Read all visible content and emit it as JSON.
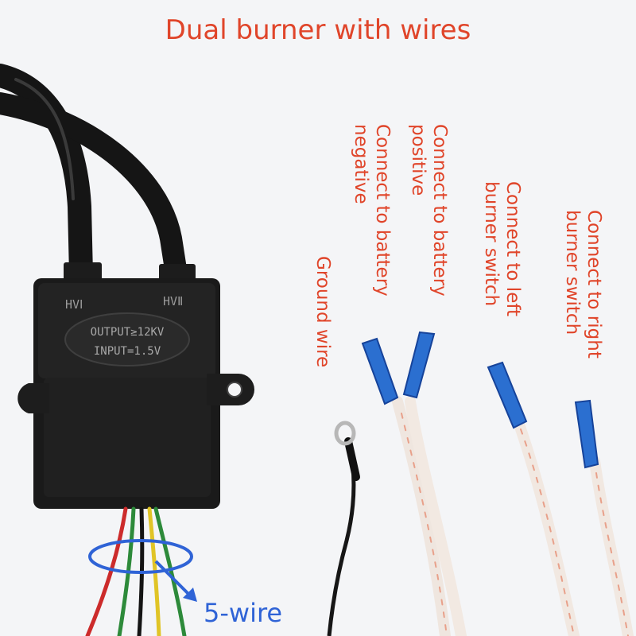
{
  "title": "Dual burner with wires",
  "module": {
    "port_left": "HVⅠ",
    "port_right": "HVⅡ",
    "output": "OUTPUT≥12KV",
    "input": "INPUT=1.5V"
  },
  "labels": {
    "ground": "Ground wire",
    "battery_negative": [
      "Connect to battery",
      "negative"
    ],
    "battery_positive": [
      "Connect to battery",
      "positive"
    ],
    "left_switch": [
      "Connect to left",
      "burner switch"
    ],
    "right_switch": [
      "Connect to right",
      "burner switch"
    ]
  },
  "annotation": "5-wire",
  "colors": {
    "label_red": "#e0452a",
    "annotation_blue": "#2f63d6",
    "module_black": "#1a1a1a",
    "terminal_blue": "#2b6fd0"
  }
}
